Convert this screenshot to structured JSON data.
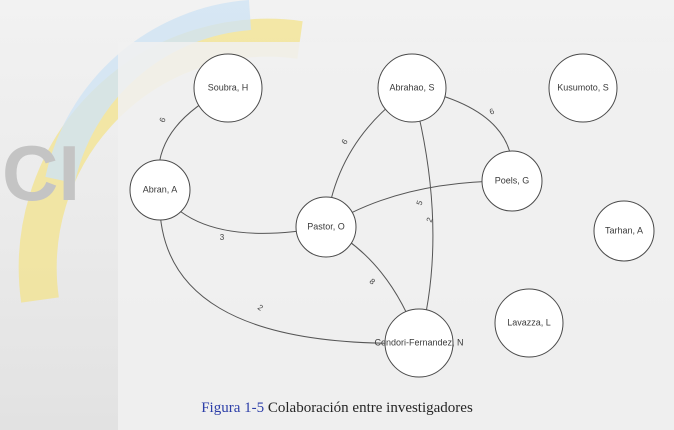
{
  "logo": {
    "text": "CI",
    "colors": {
      "yellow": "#f3e38c",
      "blue": "#cfe3f4",
      "gray": "#c8c8c8"
    }
  },
  "diagram": {
    "nodes": [
      {
        "id": "soubra",
        "label": "Soubra, H"
      },
      {
        "id": "abrahao",
        "label": "Abrahao, S"
      },
      {
        "id": "kusumoto",
        "label": "Kusumoto, S"
      },
      {
        "id": "abran",
        "label": "Abran, A"
      },
      {
        "id": "poels",
        "label": "Poels, G"
      },
      {
        "id": "pastor",
        "label": "Pastor, O"
      },
      {
        "id": "tarhan",
        "label": "Tarhan, A"
      },
      {
        "id": "lavazza",
        "label": "Lavazza, L"
      },
      {
        "id": "condori",
        "label": "Condori-Fernandez, N"
      }
    ],
    "edges": [
      {
        "from": "abran",
        "to": "soubra",
        "weight": "6"
      },
      {
        "from": "abrahao",
        "to": "pastor",
        "weight": "6"
      },
      {
        "from": "abrahao",
        "to": "poels",
        "weight": "6"
      },
      {
        "from": "abrahao",
        "to": "condori",
        "weight": "2"
      },
      {
        "from": "pastor",
        "to": "poels",
        "weight": "5"
      },
      {
        "from": "abran",
        "to": "pastor",
        "weight": "3"
      },
      {
        "from": "pastor",
        "to": "condori",
        "weight": "8"
      },
      {
        "from": "abran",
        "to": "condori",
        "weight": "2"
      }
    ]
  },
  "caption": {
    "figure": "Figura 1-5",
    "text": "Colaboración entre investigadores"
  }
}
